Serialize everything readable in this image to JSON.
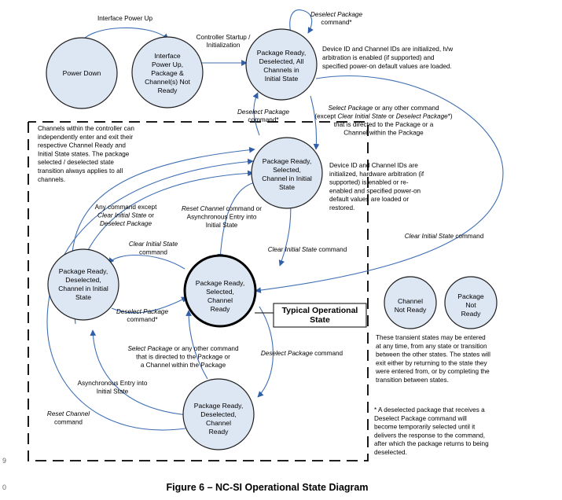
{
  "states": {
    "power_down": [
      "Power Down"
    ],
    "iface_power_up": [
      "Interface",
      "Power Up,",
      "Package &",
      "Channel(s) Not",
      "Ready"
    ],
    "pkg_ready_initial": [
      "Package Ready,",
      "Deselected, All",
      "Channels in",
      "Initial State"
    ],
    "pkg_selected_initial": [
      "Package Ready,",
      "Selected,",
      "Channel in Initial",
      "State"
    ],
    "pkg_deselected_initial": [
      "Package Ready,",
      "Deselected,",
      "Channel in Initial",
      "State"
    ],
    "pkg_selected_ready": [
      "Package Ready,",
      "Selected,",
      "Channel",
      "Ready"
    ],
    "pkg_deselected_ready": [
      "Package Ready,",
      "Deselected,",
      "Channel",
      "Ready"
    ],
    "channel_not_ready": [
      "Channel",
      "Not Ready"
    ],
    "package_not_ready": [
      "Package",
      "Not",
      "Ready"
    ]
  },
  "labels": {
    "interface_power_up": "Interface Power Up",
    "controller_startup": [
      "Controller Startup /",
      "Initialization"
    ],
    "deselect_pkg_top": [
      "Deselect Package",
      "command*"
    ],
    "device_id_top": [
      "Device ID and Channel IDs are initialized, h/w",
      "arbitration is enabled (if supported) and",
      "specified power-on default values are loaded."
    ],
    "select_pkg_any": [
      [
        {
          "t": "Select Package",
          "i": true
        },
        {
          "t": " or any other command",
          "i": false
        }
      ],
      [
        {
          "t": "(except ",
          "i": false
        },
        {
          "t": "Clear Initial State",
          "i": true
        },
        {
          "t": " or ",
          "i": false
        },
        {
          "t": "Deselect Package",
          "i": true
        },
        {
          "t": "*)",
          "i": false
        }
      ],
      [
        {
          "t": "that is directed to the Package or a",
          "i": false
        }
      ],
      [
        {
          "t": "Channel within the Package",
          "i": false
        }
      ]
    ],
    "deselect_pkg_mid": [
      "Deselect Package",
      "command*"
    ],
    "channels_note": [
      "Channels within the controller can",
      "independently enter and exit their",
      "respective Channel Ready and",
      "Initial State states. The package",
      "selected / deselected state",
      "transition always applies to all",
      "channels."
    ],
    "device_id_mid": [
      "Device ID and Channel IDs are",
      "initialized, hardware arbitration (if",
      "supported) is enabled or re-",
      "enabled and specified power-on",
      "default values are loaded or",
      "restored."
    ],
    "any_cmd_except": [
      [
        {
          "t": "Any command except",
          "i": false
        }
      ],
      [
        {
          "t": "Clear Initial State",
          "i": true
        },
        {
          "t": " or",
          "i": false
        }
      ],
      [
        {
          "t": "Deselect Package",
          "i": true
        }
      ]
    ],
    "reset_channel_async": [
      [
        {
          "t": "Reset Channel",
          "i": true
        },
        {
          "t": " command or",
          "i": false
        }
      ],
      [
        {
          "t": "Asynchronous Entry into",
          "i": false
        }
      ],
      [
        {
          "t": "Initial State",
          "i": false
        }
      ]
    ],
    "clear_initial_right": [
      {
        "t": "Clear Initial State",
        "i": true
      },
      {
        "t": " command",
        "i": false
      }
    ],
    "clear_initial_state_cmd": [
      {
        "t": "Clear Initial State",
        "i": true
      },
      {
        "t": " command",
        "i": false
      }
    ],
    "clear_initial_left": [
      [
        {
          "t": "Clear Initial State",
          "i": true
        }
      ],
      [
        {
          "t": "command",
          "i": false
        }
      ]
    ],
    "deselect_pkg_left": [
      "Deselect Package",
      "command*"
    ],
    "typical_state": [
      "Typical Operational",
      "State"
    ],
    "select_pkg_bottom": [
      [
        {
          "t": "Select Package",
          "i": true
        },
        {
          "t": " or any other command",
          "i": false
        }
      ],
      [
        {
          "t": "that is directed to the Package or",
          "i": false
        }
      ],
      [
        {
          "t": "a Channel within the Package",
          "i": false
        }
      ]
    ],
    "deselect_pkg_cmd": [
      {
        "t": "Deselect Package",
        "i": true
      },
      {
        "t": " command",
        "i": false
      }
    ],
    "async_entry": [
      "Asynchronous Entry into",
      "Initial State"
    ],
    "reset_channel_cmd": [
      "Reset Channel",
      "command"
    ],
    "transient_note": [
      "These transient states may be entered",
      "at any time, from any state or transition",
      "between the other states. The states will",
      "exit either by returning to the state they",
      "were entered from, or by completing the",
      "transition between states."
    ],
    "footnote": [
      "* A deselected package that receives a",
      "Deselect Package command will",
      "become temporarily selected until it",
      "delivers the response to the command,",
      "after which the package returns to being",
      "deselected."
    ]
  },
  "caption": "Figure 6 – NC-SI Operational State Diagram",
  "line_numbers": [
    "9",
    "0"
  ]
}
